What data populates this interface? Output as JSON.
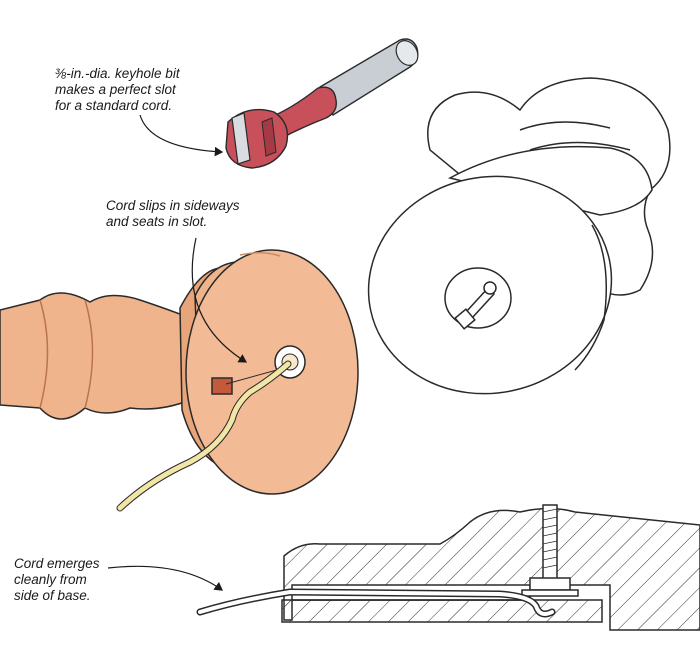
{
  "callouts": {
    "keyhole_bit": {
      "line1": "⅜-in.-dia. keyhole bit",
      "line2": "makes a perfect slot",
      "line3": "for a standard cord."
    },
    "cord_slips": {
      "line1": "Cord slips in sideways",
      "line2": "and seats in slot."
    },
    "cord_emerges": {
      "line1": "Cord emerges",
      "line2": "cleanly from",
      "line3": "side of base."
    }
  },
  "colors": {
    "wood": "#f0b48c",
    "wood_shade": "#d98e63",
    "bit_red": "#c8505a",
    "bit_steel": "#c9ced4",
    "cord": "#f1e6a6",
    "outline": "#2a2a2a"
  }
}
